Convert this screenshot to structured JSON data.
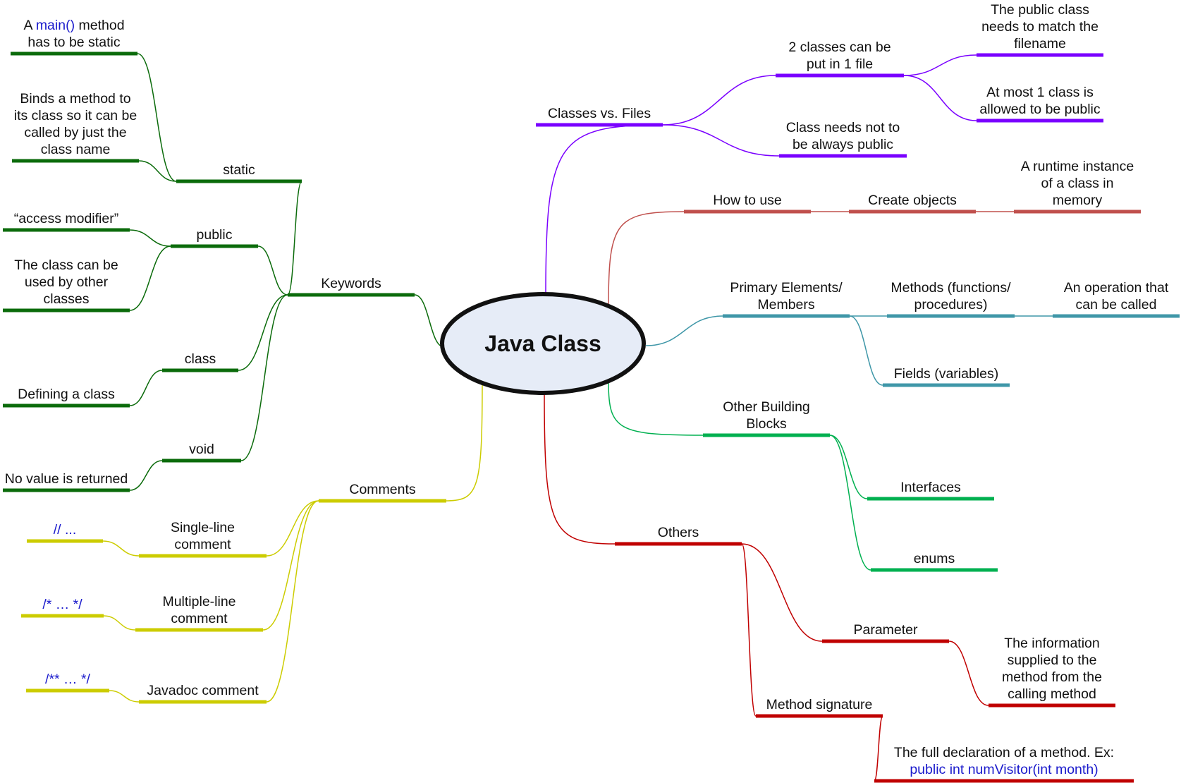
{
  "colors": {
    "keywords": "#0b6b0b",
    "comments": "#cccc00",
    "classes": "#7a00ff",
    "howto": "#c0504d",
    "members": "#3f97a8",
    "building": "#00b050",
    "others": "#c00000",
    "code": "#1a1acc",
    "center_fill": "#e6ecf7"
  },
  "center": {
    "label": "Java Class"
  },
  "nodes": [
    {
      "id": "keywords",
      "lines": [
        "Keywords"
      ]
    },
    {
      "id": "static",
      "lines": [
        "static"
      ]
    },
    {
      "id": "static-main",
      "lines": [
        [
          "A ",
          {
            "code": "main()"
          },
          " method"
        ],
        "has to be static"
      ]
    },
    {
      "id": "static-binds",
      "lines": [
        "Binds a method to",
        "its class so it can be",
        "called by just the",
        "class name"
      ]
    },
    {
      "id": "public",
      "lines": [
        "public"
      ]
    },
    {
      "id": "access-modifier",
      "lines": [
        "“access modifier”"
      ]
    },
    {
      "id": "public-used",
      "lines": [
        "The class can be",
        "used by other",
        "classes"
      ]
    },
    {
      "id": "class-kw",
      "lines": [
        "class"
      ]
    },
    {
      "id": "defining-class",
      "lines": [
        "Defining a class"
      ]
    },
    {
      "id": "void",
      "lines": [
        "void"
      ]
    },
    {
      "id": "no-value",
      "lines": [
        "No value is returned"
      ]
    },
    {
      "id": "comments",
      "lines": [
        "Comments"
      ]
    },
    {
      "id": "single-line",
      "lines": [
        "Single-line",
        "comment"
      ]
    },
    {
      "id": "single-code",
      "lines": [
        [
          {
            "code": "// ..."
          }
        ]
      ]
    },
    {
      "id": "multi-line",
      "lines": [
        "Multiple-line",
        "comment"
      ]
    },
    {
      "id": "multi-code",
      "lines": [
        [
          {
            "code": "/* … */"
          }
        ]
      ]
    },
    {
      "id": "javadoc",
      "lines": [
        "Javadoc comment"
      ]
    },
    {
      "id": "javadoc-code",
      "lines": [
        [
          {
            "code": "/** … */"
          }
        ]
      ]
    },
    {
      "id": "classes-files",
      "lines": [
        "Classes vs. Files"
      ]
    },
    {
      "id": "two-classes",
      "lines": [
        "2 classes can be",
        "put in 1 file"
      ]
    },
    {
      "id": "match-filename",
      "lines": [
        "The public class",
        "needs to match the",
        "filename"
      ]
    },
    {
      "id": "at-most-one",
      "lines": [
        "At most 1 class is",
        "allowed to be public"
      ]
    },
    {
      "id": "not-always-public",
      "lines": [
        "Class needs not to",
        "be always public"
      ]
    },
    {
      "id": "how-to-use",
      "lines": [
        "How to use"
      ]
    },
    {
      "id": "create-objects",
      "lines": [
        "Create objects"
      ]
    },
    {
      "id": "runtime-instance",
      "lines": [
        "A runtime instance",
        "of a class in",
        "memory"
      ]
    },
    {
      "id": "primary-elements",
      "lines": [
        "Primary Elements/",
        "Members"
      ]
    },
    {
      "id": "methods",
      "lines": [
        "Methods (functions/",
        "procedures)"
      ]
    },
    {
      "id": "operation",
      "lines": [
        "An operation that",
        "can be called"
      ]
    },
    {
      "id": "fields",
      "lines": [
        "Fields (variables)"
      ]
    },
    {
      "id": "other-building",
      "lines": [
        "Other Building",
        "Blocks"
      ]
    },
    {
      "id": "interfaces",
      "lines": [
        "Interfaces"
      ]
    },
    {
      "id": "enums",
      "lines": [
        "enums"
      ]
    },
    {
      "id": "others",
      "lines": [
        "Others"
      ]
    },
    {
      "id": "parameter",
      "lines": [
        "Parameter"
      ]
    },
    {
      "id": "param-info",
      "lines": [
        "The information",
        "supplied to the",
        "method from the",
        "calling method"
      ]
    },
    {
      "id": "method-signature",
      "lines": [
        "Method signature"
      ]
    },
    {
      "id": "full-declaration",
      "lines": [
        "The full declaration of a method. Ex:",
        [
          {
            "code": "public int numVisitor(int month)"
          }
        ]
      ]
    }
  ]
}
